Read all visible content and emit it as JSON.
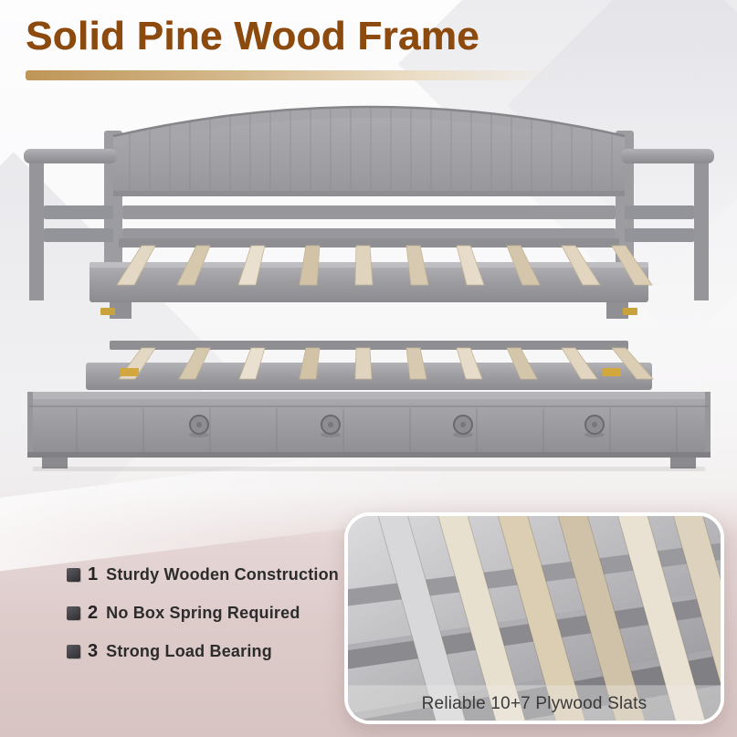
{
  "header": {
    "title": "Solid Pine Wood Frame"
  },
  "features": {
    "items": [
      {
        "number": "1",
        "label": "Sturdy Wooden Construction"
      },
      {
        "number": "2",
        "label": "No Box Spring Required"
      },
      {
        "number": "3",
        "label": "Strong Load Bearing"
      }
    ]
  },
  "inset": {
    "caption": "Reliable 10+7 Plywood Slats"
  },
  "colors": {
    "title_brown": "#8d4a0e",
    "accent_tan": "#c09659",
    "frame_gray": "#98989c",
    "slat_beige": "#ddd0b8",
    "background_pink": "#ddcbca"
  }
}
